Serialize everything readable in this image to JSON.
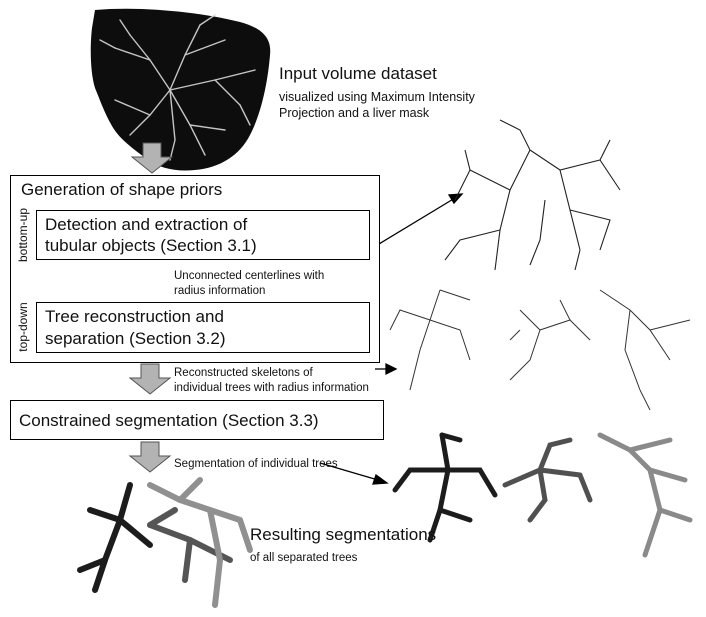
{
  "input": {
    "title": "Input volume dataset",
    "caption_line1": "visualized using Maximum Intensity",
    "caption_line2": "Projection and a liver mask"
  },
  "shape_priors": {
    "title": "Generation of shape priors",
    "bottom_up_label": "bottom-up",
    "top_down_label": "top-down",
    "detection_line1": "Detection and extraction of",
    "detection_line2": "tubular objects (Section 3.1)",
    "reconstruction_line1": "Tree reconstruction and",
    "reconstruction_line2": "separation (Section 3.2)"
  },
  "centerlines_note": {
    "line1": "Unconnected centerlines with",
    "line2": "radius information"
  },
  "skeletons_note": {
    "line1": "Reconstructed skeletons of",
    "line2": "individual trees with radius information"
  },
  "segmentation": {
    "title": "Constrained segmentation (Section 3.3)"
  },
  "trees_note": "Segmentation of individual trees",
  "result": {
    "title": "Resulting segmentations",
    "caption": "of all separated trees"
  },
  "colors": {
    "arrow_fill": "#b3b3b3",
    "liver": "#0d0d0d",
    "tree_dark": "#1c1c1c",
    "tree_mid": "#555555",
    "tree_light": "#909090"
  }
}
